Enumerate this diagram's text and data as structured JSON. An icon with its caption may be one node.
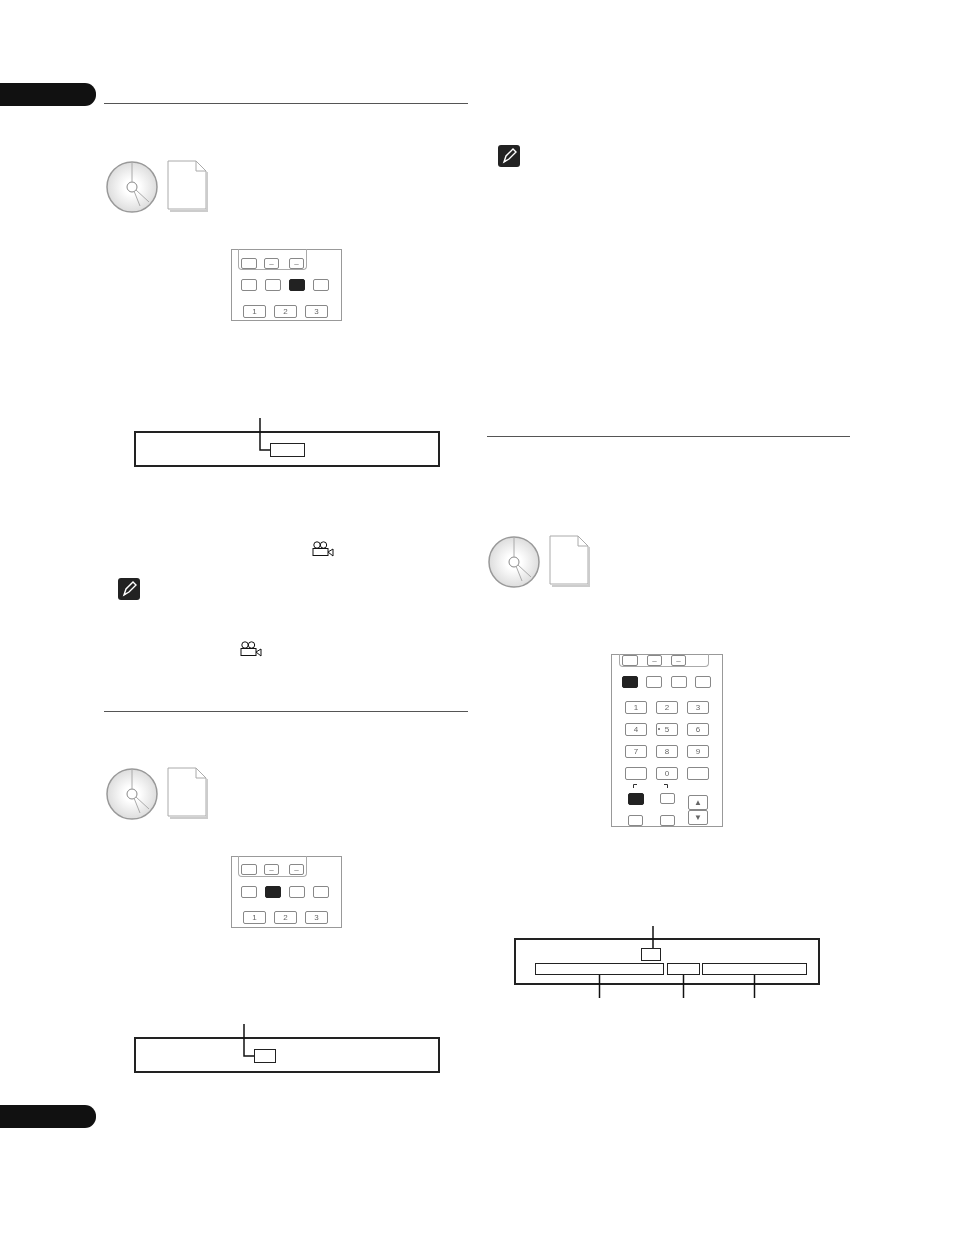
{
  "diagram": {
    "nodes": [
      {
        "text": [],
        "shape": "box"
      },
      {
        "text": [],
        "shape": "box",
        "in": 0
      },
      {
        "text": [],
        "shape": "box"
      },
      {
        "text": [],
        "shape": "box",
        "in": 2
      },
      {
        "text": [],
        "shape": "box"
      },
      {
        "text": [],
        "shape": "box",
        "in": 4
      },
      {
        "text": [],
        "shape": "box",
        "in": 4
      },
      {
        "text": [],
        "shape": "box",
        "in": 4
      },
      {
        "text": [],
        "shape": "box",
        "in": 4
      }
    ],
    "edges": [
      {
        "from": null,
        "to": 1,
        "arrow": "none"
      },
      {
        "from": null,
        "to": 3,
        "arrow": "none"
      },
      {
        "from": null,
        "to": 5,
        "arrow": "none"
      },
      {
        "from": null,
        "to": 6,
        "arrow": "none"
      },
      {
        "from": null,
        "to": 7,
        "arrow": "none"
      },
      {
        "from": null,
        "to": 8,
        "arrow": "none"
      }
    ],
    "labels": [
      "–",
      "–",
      "1",
      "2",
      "3",
      "–",
      "–",
      "1",
      "2",
      "3",
      "–",
      "–",
      "1",
      "2",
      "3",
      "4",
      "5",
      "6",
      "7",
      "8",
      "9",
      "0",
      "▲",
      "▼"
    ]
  }
}
